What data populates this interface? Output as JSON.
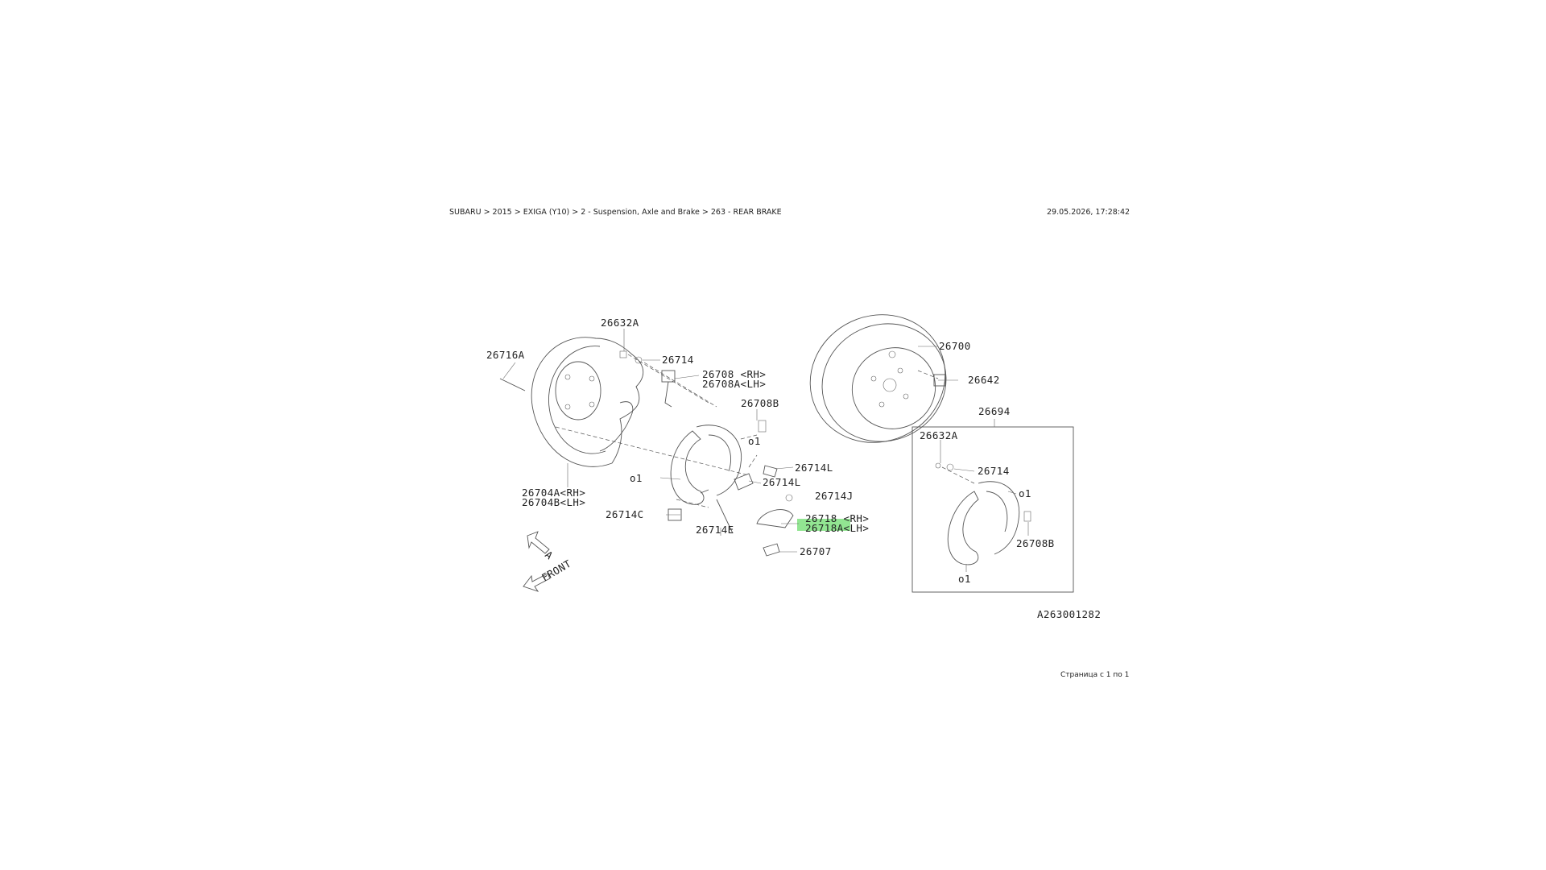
{
  "header": {
    "breadcrumb": "SUBARU > 2015 > EXIGA (Y10) > 2 - Suspension, Axle and Brake > 263 - REAR BRAKE",
    "datetime": "29.05.2026, 17:28:42"
  },
  "footer": {
    "pagination": "Страница с 1 по 1"
  },
  "diagram": {
    "highlight_color": "#7fe07f",
    "labels": {
      "p26632A": "26632A",
      "p26716A": "26716A",
      "p26714a": "26714",
      "p26708": "26708 <RH>",
      "p26708A": "26708A<LH>",
      "p26708B": "26708B",
      "p_o1a": "o1",
      "p26714L1": "26714L",
      "p26714L2": "26714L",
      "p_o1b": "o1",
      "p26714J": "26714J",
      "p26704A": "26704A<RH>",
      "p26704B": "26704B<LH>",
      "p26714C": "26714C",
      "p26714E": "26714E",
      "p26718": "26718 <RH>",
      "p26718A": "26718A<LH>",
      "p26707": "26707",
      "p26700": "26700",
      "p26642": "26642",
      "p26694": "26694",
      "p26632A_b": "26632A",
      "p26714b": "26714",
      "p_o1c": "o1",
      "p26708B_b": "26708B",
      "p_o1d": "o1",
      "arrow_a": "A",
      "arrow_front": "FRONT",
      "ref_code": "A263001282"
    }
  }
}
